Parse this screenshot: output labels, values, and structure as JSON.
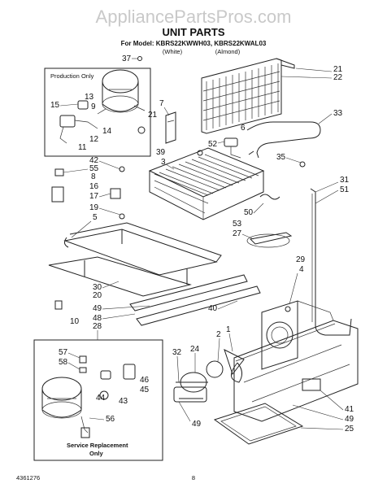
{
  "watermark": "AppliancePartsPros.com",
  "title": "UNIT PARTS",
  "model_line": "For Model: KBRS22KWWH03, KBRS22KWAL03",
  "color_white": "(White)",
  "color_almond": "(Almond)",
  "production_only": "Production Only",
  "service_replacement": "Service Replacement",
  "service_only": "Only",
  "footer_doc": "4361276",
  "footer_page": "8",
  "callouts": {
    "c37": "37",
    "c21": "21",
    "c22": "22",
    "c7": "7",
    "c33": "33",
    "c13": "13",
    "c15": "15",
    "c9": "9",
    "c14": "14",
    "c12": "12",
    "c11": "11",
    "c21b": "21",
    "c39": "39",
    "c3": "3",
    "c52": "52",
    "c6": "6",
    "c35": "35",
    "c42": "42",
    "c55": "55",
    "c8": "8",
    "c16": "16",
    "c17": "17",
    "c19": "19",
    "c5": "5",
    "c31": "31",
    "c51": "51",
    "c50": "50",
    "c53": "53",
    "c27": "27",
    "c29": "29",
    "c4": "4",
    "c30": "30",
    "c20": "20",
    "c49a": "49",
    "c48": "48",
    "c28": "28",
    "c10": "10",
    "c40": "40",
    "c57": "57",
    "c58": "58",
    "c46": "46",
    "c45": "45",
    "c44": "44",
    "c43": "43",
    "c56": "56",
    "c2": "2",
    "c24": "24",
    "c32": "32",
    "c1": "1",
    "c41": "41",
    "c49b": "49",
    "c25": "25",
    "c49c": "49"
  }
}
